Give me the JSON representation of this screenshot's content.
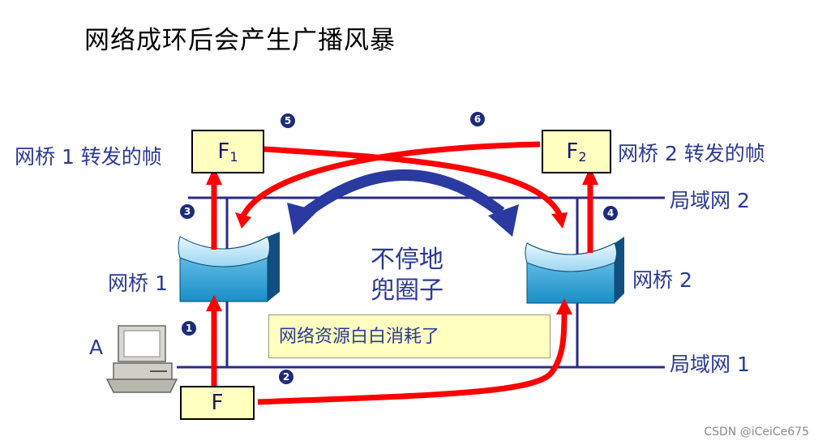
{
  "title": "网络成环后会产生广播风暴",
  "labels": {
    "bridge1_forward": "网桥 1 转发的帧",
    "bridge2_forward": "网桥 2 转发的帧",
    "lan2": "局域网 2",
    "lan1": "局域网 1",
    "bridge1": "网桥 1",
    "bridge2": "网桥 2",
    "host": "A",
    "loop_line1": "不停地",
    "loop_line2": "兜圈子",
    "waste_note": "网络资源白白消耗了"
  },
  "frames": {
    "f1_base": "F",
    "f1_sub": "1",
    "f2_base": "F",
    "f2_sub": "2",
    "f": "F"
  },
  "steps": [
    "1",
    "2",
    "3",
    "4",
    "5",
    "6"
  ],
  "colors": {
    "arrow": "#ff0000",
    "loop_arrow": "#2a3aa0",
    "lan_line": "#2b2b8a",
    "label": "#2b3a93",
    "frame_fill": "#ffffc0",
    "bridge_fill": "#1e9fd6"
  },
  "watermark": "CSDN @iCeiCe675"
}
